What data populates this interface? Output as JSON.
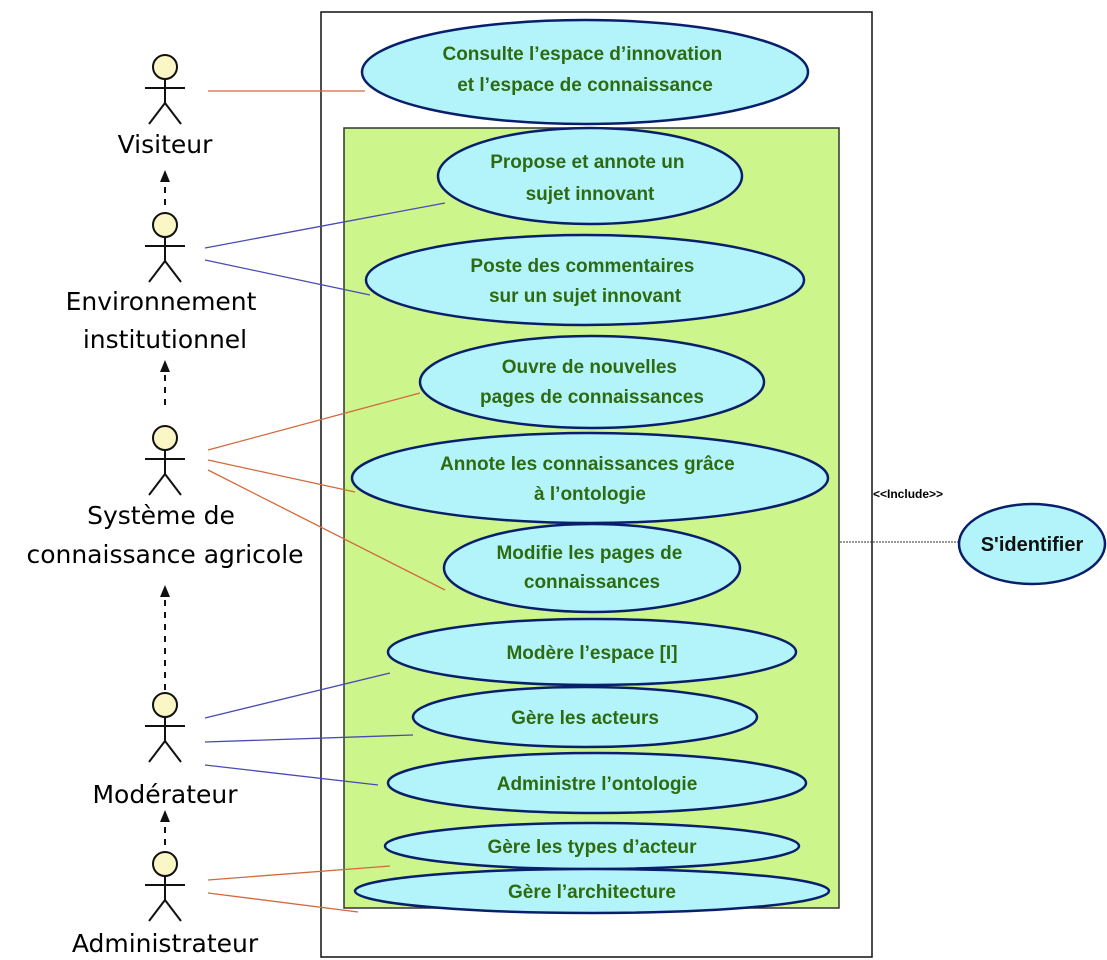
{
  "actors": [
    {
      "id": "visiteur",
      "lines": [
        "Visiteur"
      ]
    },
    {
      "id": "environnement",
      "lines": [
        "Environnement",
        "institutionnel"
      ]
    },
    {
      "id": "systeme",
      "lines": [
        "Système de",
        "connaissance agricole"
      ]
    },
    {
      "id": "moderateur",
      "lines": [
        "Modérateur"
      ]
    },
    {
      "id": "administrateur",
      "lines": [
        "Administrateur"
      ]
    }
  ],
  "use_cases": [
    {
      "id": "consulte",
      "lines": [
        "Consulte l’espace d’innovation",
        "et l’espace de connaissance"
      ]
    },
    {
      "id": "propose",
      "lines": [
        "Propose et annote un",
        "sujet innovant"
      ]
    },
    {
      "id": "poste",
      "lines": [
        "Poste des commentaires",
        "sur un sujet innovant"
      ]
    },
    {
      "id": "ouvre",
      "lines": [
        "Ouvre de nouvelles",
        "pages de connaissances"
      ]
    },
    {
      "id": "annote",
      "lines": [
        "Annote les connaissances grâce",
        "à l’ontologie"
      ]
    },
    {
      "id": "modifie",
      "lines": [
        "Modifie les pages de",
        "connaissances"
      ]
    },
    {
      "id": "modere",
      "lines": [
        "Modère l’espace [I]"
      ]
    },
    {
      "id": "gere-acteurs",
      "lines": [
        "Gère les acteurs"
      ]
    },
    {
      "id": "administre",
      "lines": [
        "Administre l’ontologie"
      ]
    },
    {
      "id": "gere-types",
      "lines": [
        "Gère les types d’acteur"
      ]
    },
    {
      "id": "gere-architecture",
      "lines": [
        "Gère l’architecture"
      ]
    }
  ],
  "include_label": "<<Include>>",
  "identify_label": "S'identifier",
  "colors": {
    "use_case_fill": "#b3f4fb",
    "use_case_stroke": "#0a1f6b",
    "use_case_text": "#2e6b10",
    "inner_box_fill": "#ccf58c",
    "line_orange": "#d2693c",
    "line_blue": "#4a4ab4"
  }
}
